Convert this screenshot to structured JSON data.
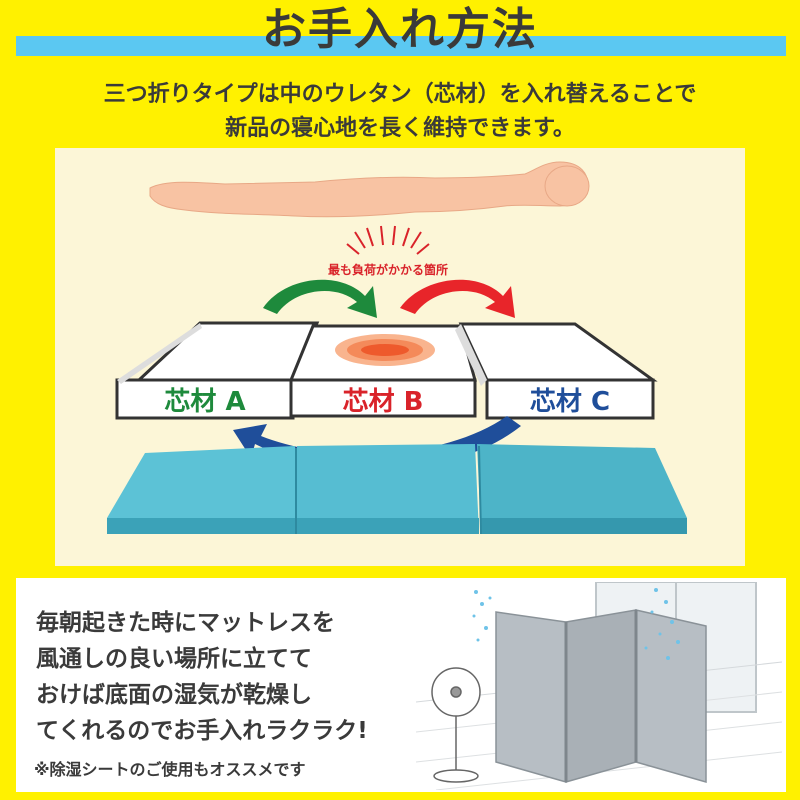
{
  "header": {
    "title": "お手入れ方法",
    "subtitle_line1": "三つ折りタイプは中のウレタン（芯材）を入れ替えることで",
    "subtitle_line2": "新品の寝心地を長く維持できます。"
  },
  "illustration": {
    "load_label": "最も負荷がかかる箇所",
    "cores": [
      {
        "label": "芯材 A",
        "color": "#1E8A3C"
      },
      {
        "label": "芯材 B",
        "color": "#D9232A"
      },
      {
        "label": "芯材 C",
        "color": "#1F4E9A"
      }
    ],
    "mattress_color": "#4DB4C8",
    "arrow_green": "#1E8A3C",
    "arrow_red": "#E8252A",
    "arrow_blue": "#1F4E9A"
  },
  "bottom": {
    "lines": [
      "毎朝起きた時にマットレスを",
      "風通しの良い場所に立てて",
      "おけば底面の湿気が乾燥し",
      "てくれるのでお手入れラクラク!"
    ],
    "note": "※除湿シートのご使用もオススメです"
  }
}
